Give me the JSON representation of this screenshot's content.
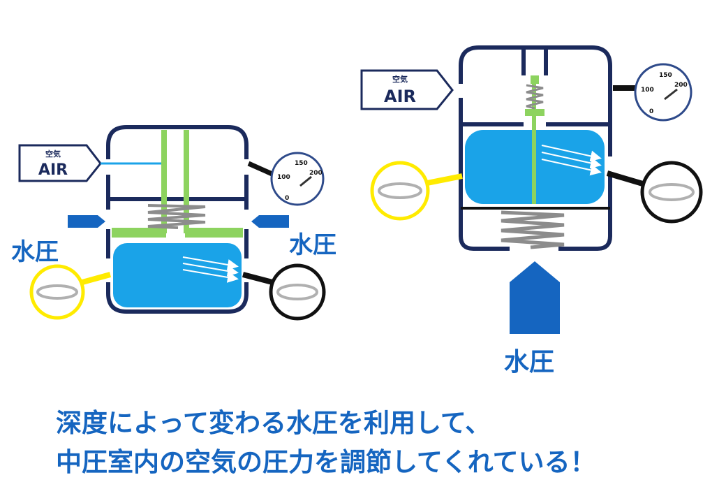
{
  "left_diagram": {
    "air_tag_small": "空気",
    "air_tag_big": "AIR",
    "water_pressure_left": "水圧",
    "water_pressure_right": "水圧",
    "gauge_ticks": [
      "0",
      "100",
      "150",
      "200"
    ]
  },
  "right_diagram": {
    "air_tag_small": "空気",
    "air_tag_big": "AIR",
    "water_pressure_bottom": "水圧",
    "gauge_ticks": [
      "0",
      "100",
      "150",
      "200"
    ]
  },
  "caption": {
    "line1": "深度によって変わる水圧を利用して、",
    "line2": "中圧室内の空気の圧力を調節してくれている！"
  },
  "colors": {
    "outline": "#1B2A5C",
    "water": "#1AA3E8",
    "piston": "#8DD35F",
    "arrow_blue": "#1565C0",
    "spring": "#8C8C8C",
    "yellow": "#FFEB00",
    "gauge_border": "#2E4A8A"
  }
}
